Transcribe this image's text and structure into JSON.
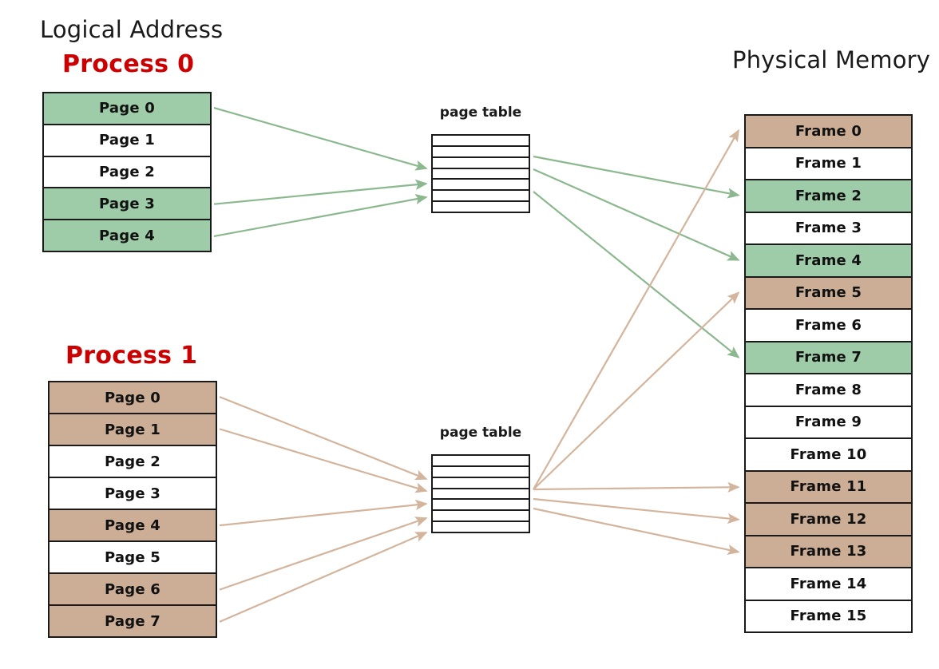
{
  "headings": {
    "logical_address": "Logical Address",
    "physical_memory": "Physical Memory",
    "process0": "Process 0",
    "process1": "Process 1",
    "page_table_top": "page table",
    "page_table_bottom": "page table"
  },
  "colors": {
    "green": "#9ecba8",
    "brown": "#ccae97",
    "process_title": "#cc0000",
    "outline": "#1a1a1a",
    "background": "#ffffff",
    "arrow_green": "#8cb88f",
    "arrow_brown": "#d3b49c"
  },
  "process0": {
    "title": "Process 0",
    "pages": [
      {
        "label": "Page 0",
        "fill": "green"
      },
      {
        "label": "Page 1",
        "fill": "none"
      },
      {
        "label": "Page 2",
        "fill": "none"
      },
      {
        "label": "Page 3",
        "fill": "green"
      },
      {
        "label": "Page 4",
        "fill": "green"
      }
    ]
  },
  "process1": {
    "title": "Process 1",
    "pages": [
      {
        "label": "Page 0",
        "fill": "brown"
      },
      {
        "label": "Page 1",
        "fill": "brown"
      },
      {
        "label": "Page 2",
        "fill": "none"
      },
      {
        "label": "Page 3",
        "fill": "none"
      },
      {
        "label": "Page 4",
        "fill": "brown"
      },
      {
        "label": "Page 5",
        "fill": "none"
      },
      {
        "label": "Page 6",
        "fill": "brown"
      },
      {
        "label": "Page 7",
        "fill": "brown"
      }
    ]
  },
  "page_table_0": {
    "label": "page table",
    "rows": 7
  },
  "page_table_1": {
    "label": "page table",
    "rows": 7
  },
  "physical_memory": {
    "title": "Physical Memory",
    "frames": [
      {
        "label": "Frame 0",
        "fill": "brown"
      },
      {
        "label": "Frame 1",
        "fill": "none"
      },
      {
        "label": "Frame 2",
        "fill": "green"
      },
      {
        "label": "Frame 3",
        "fill": "none"
      },
      {
        "label": "Frame 4",
        "fill": "green"
      },
      {
        "label": "Frame 5",
        "fill": "brown"
      },
      {
        "label": "Frame 6",
        "fill": "none"
      },
      {
        "label": "Frame 7",
        "fill": "green"
      },
      {
        "label": "Frame 8",
        "fill": "none"
      },
      {
        "label": "Frame 9",
        "fill": "none"
      },
      {
        "label": "Frame 10",
        "fill": "none"
      },
      {
        "label": "Frame 11",
        "fill": "brown"
      },
      {
        "label": "Frame 12",
        "fill": "brown"
      },
      {
        "label": "Frame 13",
        "fill": "brown"
      },
      {
        "label": "Frame 14",
        "fill": "none"
      },
      {
        "label": "Frame 15",
        "fill": "none"
      }
    ]
  },
  "mappings": {
    "process0_pages_to_table": [
      0,
      3,
      4
    ],
    "process0_table_to_frames": [
      2,
      4,
      7
    ],
    "process1_pages_to_table": [
      0,
      1,
      4,
      6,
      7
    ],
    "process1_table_to_frames": [
      0,
      5,
      11,
      12,
      13
    ]
  }
}
